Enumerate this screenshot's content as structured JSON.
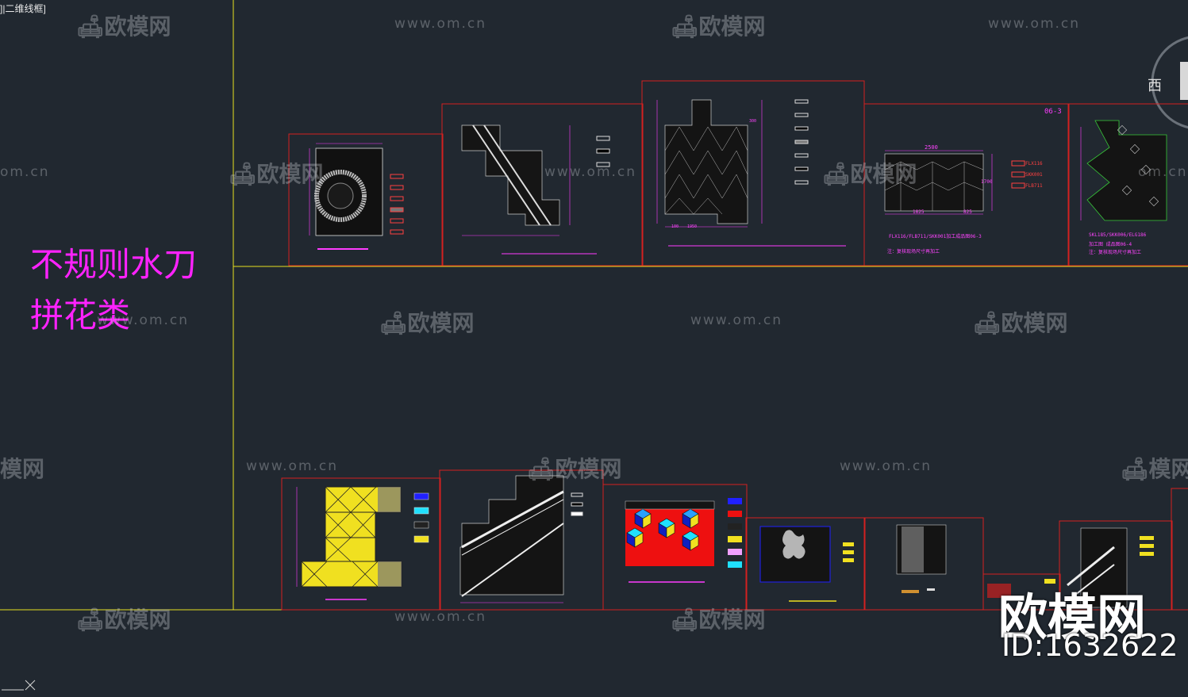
{
  "viewport": {
    "label": "]|二维线框]"
  },
  "drawing": {
    "title_line1": "不规则水刀",
    "title_line2": "拼花类",
    "compass_label": "西",
    "sheet_tags": {
      "sheet4_code": "06-3",
      "dim_2500": "2500",
      "dim_1950": "1950",
      "dim_1825": "1825",
      "dim_825": "825",
      "dim_1700": "1700",
      "dim_300": "300",
      "dim_100": "100",
      "sheet4_caption": "FLX116/FLB711/SKK001加工成品图06-3",
      "sheet4_note": "注：复核现场尺寸再加工",
      "sheet5_caption": "SKL185/SKK006/ELG186",
      "sheet5_caption2": "加工图 成品图06-4",
      "sheet5_note": "注：复核现场尺寸再加工",
      "legend_a": "FLX116",
      "legend_b": "SKK001",
      "legend_c": "FLB711"
    }
  },
  "watermarks": {
    "url": "www.om.cn",
    "logo": "欧模网",
    "url_partial": "om.cn",
    "logo_partial": "模网"
  },
  "brand": {
    "name": "欧模网",
    "id": "ID:1632622"
  }
}
